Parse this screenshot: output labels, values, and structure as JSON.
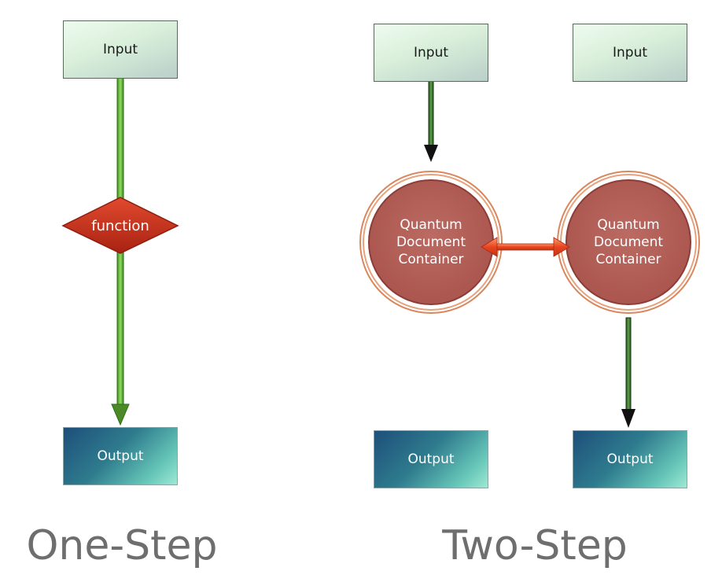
{
  "one_step": {
    "input_label": "Input",
    "function_label": "function",
    "output_label": "Output",
    "caption": "One-Step"
  },
  "two_step": {
    "left": {
      "input_label": "Input",
      "container_lines": [
        "Quantum",
        "Document",
        "Container"
      ],
      "output_label": "Output"
    },
    "right": {
      "input_label": "Input",
      "container_lines": [
        "Quantum",
        "Document",
        "Container"
      ],
      "output_label": "Output"
    },
    "caption": "Two-Step"
  },
  "colors": {
    "green_arrow": "#4f9a2c",
    "dark_arrow": "#2a5a22",
    "diamond_fill": "#c8301c",
    "circle_fill": "#b25e57",
    "circle_ring": "#d9875e",
    "link_arrow": "#e8451f",
    "caption_text": "#6e6e6e"
  }
}
